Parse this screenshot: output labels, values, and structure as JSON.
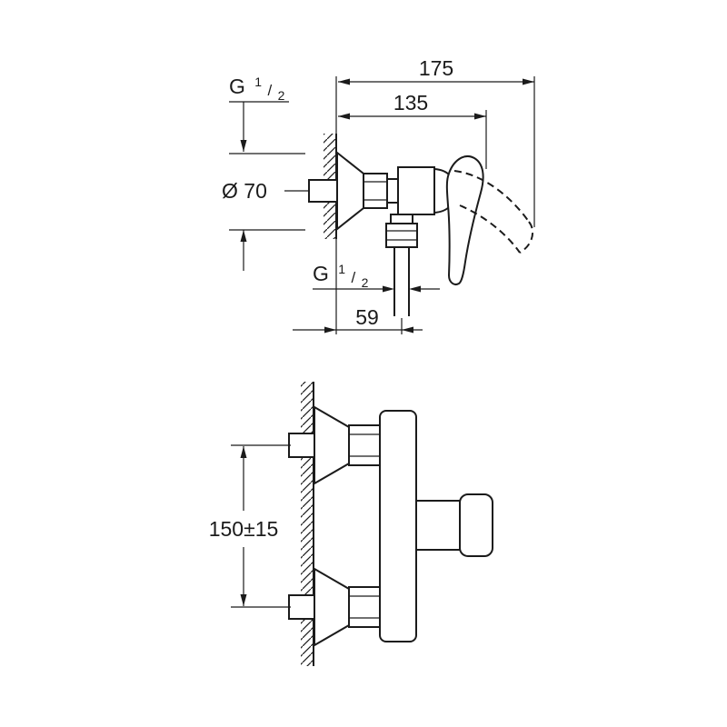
{
  "drawing": {
    "background": "#ffffff",
    "ink": "#1b1b1b",
    "type": "plumbing-fixture-dimension-drawing"
  },
  "side_view": {
    "dim_total_depth": "175",
    "dim_body_depth": "135",
    "dim_outlet_offset": "59",
    "dim_escutcheon_diameter": "Ø 70",
    "thread_inlet": {
      "prefix": "G",
      "numerator": "1",
      "separator": "/",
      "denominator": "2"
    },
    "thread_outlet": {
      "prefix": "G",
      "numerator": "1",
      "separator": "/",
      "denominator": "2"
    }
  },
  "front_view": {
    "dim_inlet_center_distance": "150±15"
  }
}
